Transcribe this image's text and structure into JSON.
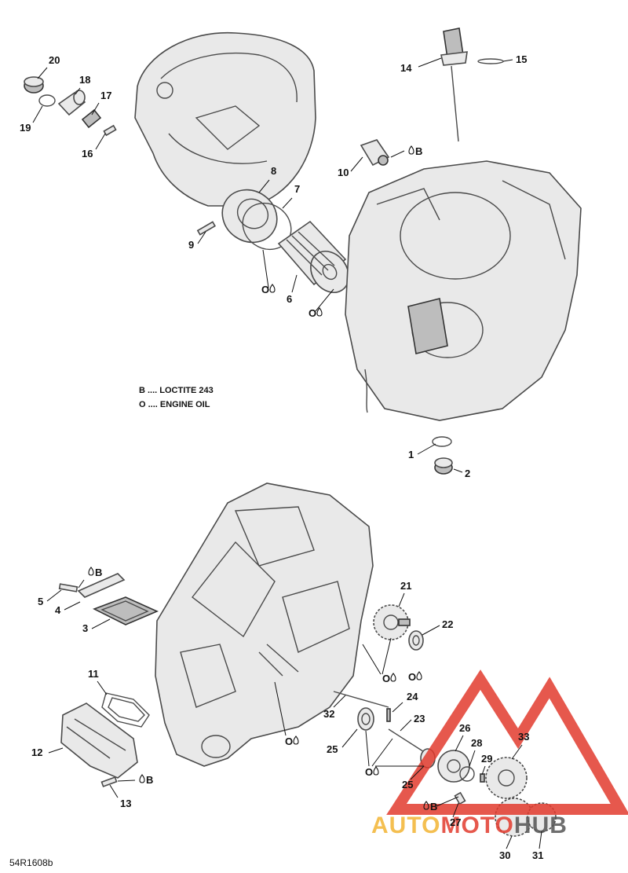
{
  "legend": {
    "b": "B .... LOCTITE 243",
    "o": "O .... ENGINE OIL"
  },
  "reference": "54R1608b",
  "markers": {
    "oil": "O",
    "loctite": "B"
  },
  "watermark": {
    "auto": "AUTO",
    "moto": "MOTO",
    "hub": "HUB",
    "colors": {
      "auto": "#f3b533",
      "moto": "#e23b2e",
      "hub": "#555555",
      "triangle": "#e23b2e"
    }
  },
  "callouts": [
    {
      "id": "c1",
      "label": "1"
    },
    {
      "id": "c2",
      "label": "2"
    },
    {
      "id": "c3",
      "label": "3"
    },
    {
      "id": "c4",
      "label": "4"
    },
    {
      "id": "c5",
      "label": "5"
    },
    {
      "id": "c6",
      "label": "6"
    },
    {
      "id": "c7",
      "label": "7"
    },
    {
      "id": "c8",
      "label": "8"
    },
    {
      "id": "c9",
      "label": "9"
    },
    {
      "id": "c10",
      "label": "10"
    },
    {
      "id": "c11",
      "label": "11"
    },
    {
      "id": "c12",
      "label": "12"
    },
    {
      "id": "c13",
      "label": "13"
    },
    {
      "id": "c14",
      "label": "14"
    },
    {
      "id": "c15",
      "label": "15"
    },
    {
      "id": "c16",
      "label": "16"
    },
    {
      "id": "c17",
      "label": "17"
    },
    {
      "id": "c18",
      "label": "18"
    },
    {
      "id": "c19",
      "label": "19"
    },
    {
      "id": "c20",
      "label": "20"
    },
    {
      "id": "c21",
      "label": "21"
    },
    {
      "id": "c22",
      "label": "22"
    },
    {
      "id": "c23",
      "label": "23"
    },
    {
      "id": "c24",
      "label": "24"
    },
    {
      "id": "c25a",
      "label": "25"
    },
    {
      "id": "c25b",
      "label": "25"
    },
    {
      "id": "c26",
      "label": "26"
    },
    {
      "id": "c27",
      "label": "27"
    },
    {
      "id": "c28",
      "label": "28"
    },
    {
      "id": "c29",
      "label": "29"
    },
    {
      "id": "c30",
      "label": "30"
    },
    {
      "id": "c31",
      "label": "31"
    },
    {
      "id": "c32",
      "label": "32"
    },
    {
      "id": "c33",
      "label": "33"
    }
  ]
}
